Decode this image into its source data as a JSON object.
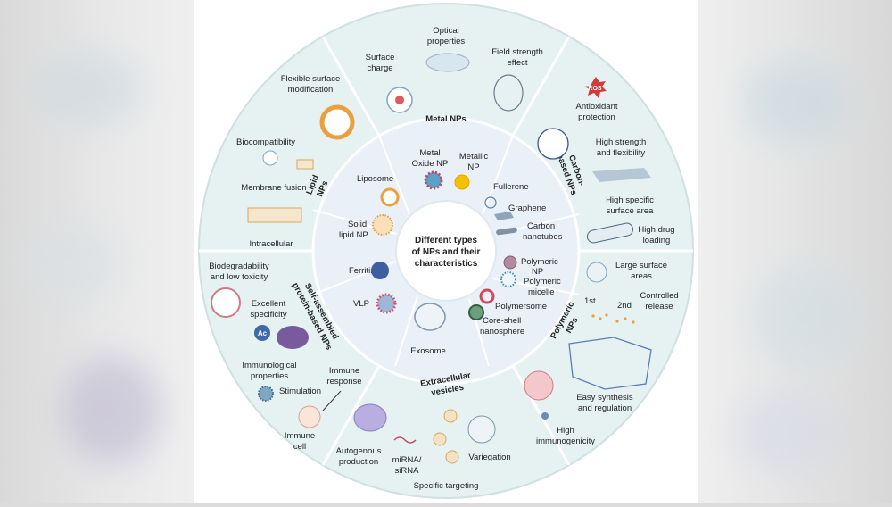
{
  "center": {
    "line1": "Different types",
    "line2": "of NPs and their",
    "line3": "characteristics"
  },
  "sections": {
    "metal": "Metal NPs",
    "carbon_line1": "Carbon-",
    "carbon_line2": "based NPs",
    "polymeric_line1": "Polymeric",
    "polymeric_line2": "NPs",
    "extracellular_line1": "Extracellular",
    "extracellular_line2": "vesicles",
    "protein_line1": "Self-assembled",
    "protein_line2": "protein-based NPs",
    "lipid_line1": "Lipid",
    "lipid_line2": "NPs"
  },
  "inner_ring": {
    "metal_oxide_line1": "Metal",
    "metal_oxide_line2": "Oxide NP",
    "metallic_line1": "Metallic",
    "metallic_line2": "NP",
    "fullerene": "Fullerene",
    "graphene": "Graphene",
    "carbon_nanotubes_line1": "Carbon",
    "carbon_nanotubes_line2": "nanotubes",
    "polymeric_np_line1": "Polymeric",
    "polymeric_np_line2": "NP",
    "polymeric_micelle_line1": "Polymeric",
    "polymeric_micelle_line2": "micelle",
    "polymersome": "Polymersome",
    "core_shell_line1": "Core-shell",
    "core_shell_line2": "nanosphere",
    "exosome": "Exosome",
    "vlp": "VLP",
    "ferritin": "Ferritin",
    "solid_lipid_line1": "Solid",
    "solid_lipid_line2": "lipid NP",
    "liposome": "Liposome"
  },
  "outer_ring": {
    "optical_line1": "Optical",
    "optical_line2": "properties",
    "surface_charge_line1": "Surface",
    "surface_charge_line2": "charge",
    "field_strength_line1": "Field strength",
    "field_strength_line2": "effect",
    "ros": "ROS",
    "antioxidant_line1": "Antioxidant",
    "antioxidant_line2": "protection",
    "high_strength_line1": "High strength",
    "high_strength_line2": "and flexibility",
    "high_specific_line1": "High specific",
    "high_specific_line2": "surface area",
    "high_drug_line1": "High drug",
    "high_drug_line2": "loading",
    "large_surface_line1": "Large surface",
    "large_surface_line2": "areas",
    "first": "1st",
    "second": "2nd",
    "controlled_line1": "Controlled",
    "controlled_line2": "release",
    "easy_line1": "Easy synthesis",
    "easy_line2": "and regulation",
    "high_immuno_line1": "High",
    "high_immuno_line2": "immunogenicity",
    "variegation": "Variegation",
    "specific_targeting": "Specific targeting",
    "mirna_line1": "miRNA/",
    "mirna_line2": "siRNA",
    "autogenous_line1": "Autogenous",
    "autogenous_line2": "production",
    "immune_cell_line1": "Immune",
    "immune_cell_line2": "cell",
    "immune_response_line1": "Immune",
    "immune_response_line2": "response",
    "stimulation": "Stimulation",
    "immunological_line1": "Immunological",
    "immunological_line2": "properties",
    "ac": "Ac",
    "excellent_line1": "Excellent",
    "excellent_line2": "specificity",
    "biodeg_line1": "Biodegradability",
    "biodeg_line2": "and low toxicity",
    "intracellular": "Intracellular",
    "membrane_fusion": "Membrane fusion",
    "biocompat": "Biocompatibility",
    "flexible_line1": "Flexible surface",
    "flexible_line2": "modification"
  },
  "colors": {
    "ring_outer": "#e6f1f1",
    "ring_inner": "#eaf0f8",
    "ring_border": "#ffffff",
    "divider": "#d2dede"
  }
}
